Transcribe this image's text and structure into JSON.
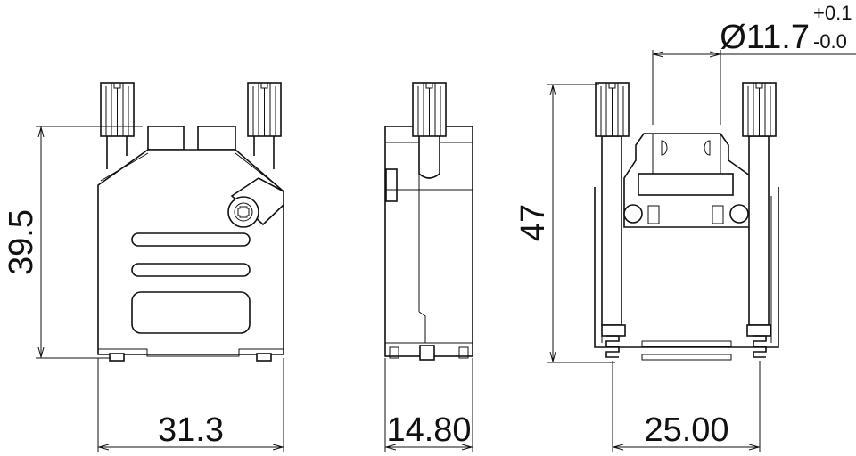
{
  "drawing": {
    "views": [
      "front-view",
      "side-view",
      "rear-view"
    ],
    "dimensions": {
      "front_height": "39.5",
      "front_width": "31.3",
      "side_width": "14.80",
      "rear_height": "47",
      "rear_width": "25.00",
      "cable_diameter": "Ø11.7",
      "cable_tol_plus": "+0.1",
      "cable_tol_minus": "-0.0"
    },
    "line_color": "#111111",
    "background": "#ffffff"
  }
}
